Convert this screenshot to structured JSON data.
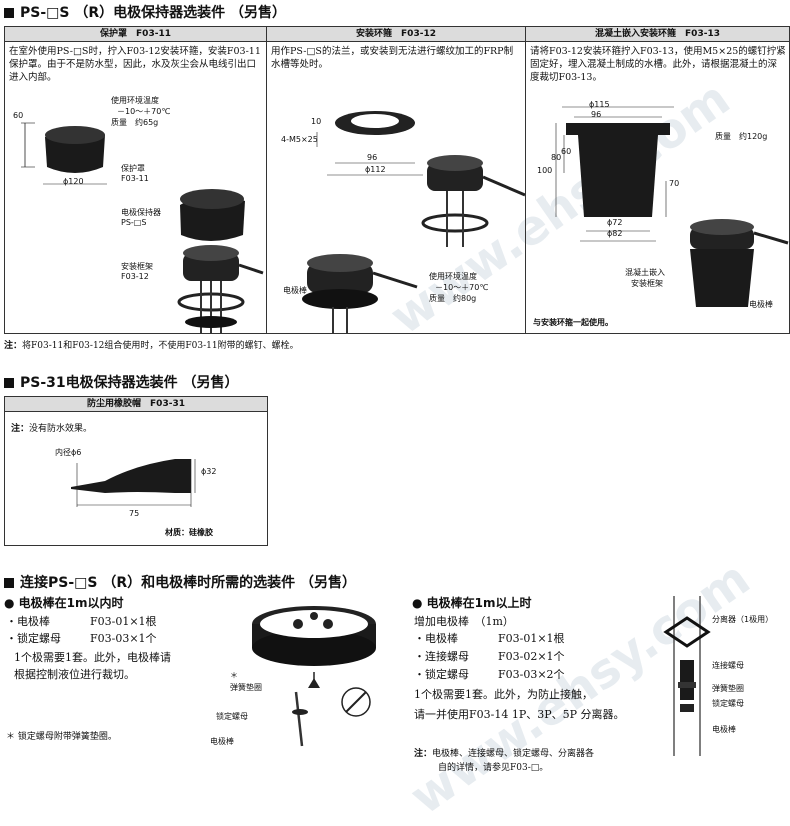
{
  "section1": {
    "title": "PS-□S （R）电极保持器选装件 （另售）",
    "col1": {
      "header": "保护罩　F03-11",
      "text": "在室外使用PS-□S时，拧入F03-12安装环箍，安装F03-11保护罩。由于不是防水型，因此，水及灰尘会从电线引出口进入内部。",
      "dim_h": "60",
      "dim_d": "ϕ120",
      "spec1": "使用环境温度",
      "spec2": "－10～＋70℃",
      "spec3": "质量　约65g",
      "lbl_cover": "保护罩",
      "lbl_cover_code": "F03-11",
      "lbl_holder": "电极保持器",
      "lbl_holder_code": "PS-□S",
      "lbl_frame": "安装框架",
      "lbl_frame_code": "F03-12"
    },
    "col2": {
      "header": "安装环箍　F03-12",
      "text": "用作PS-□S的法兰，或安装到无法进行螺纹加工的FRP制水槽等处时。",
      "dim_10": "10",
      "dim_bolt": "4-M5×25",
      "dim_96": "96",
      "dim_112": "ϕ112",
      "lbl_rod": "电极棒",
      "spec1": "使用环境温度",
      "spec2": "－10～＋70℃",
      "spec3": "质量　约80g"
    },
    "col3": {
      "header": "混凝土嵌入安装环箍　F03-13",
      "text": "请将F03-12安装环箍拧入F03-13，使用M5×25的螺钉拧紧固定好，埋入混凝土制成的水槽。此外，请根据混凝土的深度裁切F03-13。",
      "dim_115": "ϕ115",
      "dim_96": "96",
      "dim_60": "60",
      "dim_80": "80",
      "dim_100": "100",
      "dim_70": "70",
      "dim_72": "ϕ72",
      "dim_82": "ϕ82",
      "mass": "质量　约120g",
      "lbl_embed1": "混凝土嵌入",
      "lbl_embed2": "安装框架",
      "lbl_rod": "电极棒",
      "footer": "与安装环箍一起使用。"
    },
    "note_label": "注：",
    "note": "将F03-11和F03-12组合使用时，不使用F03-11附带的螺钉、螺栓。"
  },
  "section2": {
    "title": "PS-31电极保持器选装件 （另售）",
    "header": "防尘用橡胶帽　F03-31",
    "note_label": "注：",
    "note": "没有防水效果。",
    "dim_inner": "内径ϕ6",
    "dim_32": "ϕ32",
    "dim_75": "75",
    "material": "材质：硅橡胶"
  },
  "section3": {
    "title": "连接PS-□S （R）和电极棒时所需的选装件 （另售）",
    "left": {
      "heading": "电极棒在1m以内时",
      "items": [
        {
          "name": "・电极棒",
          "value": "F03-01×1根"
        },
        {
          "name": "・锁定螺母",
          "value": "F03-03×1个"
        }
      ],
      "line1": "1个极需要1套。此外，电极棒请",
      "line2": "根据控制液位进行裁切。",
      "footnote": "＊ 锁定螺母附带弹簧垫圈。"
    },
    "mid": {
      "star": "＊",
      "washer": "弹簧垫圈",
      "nut": "锁定螺母",
      "rod": "电极棒"
    },
    "right": {
      "heading": "电极棒在1m以上时",
      "add": "增加电极棒　（1m）",
      "items": [
        {
          "name": "・电极棒",
          "value": "F03-01×1根"
        },
        {
          "name": "・连接螺母",
          "value": "F03-02×1个"
        },
        {
          "name": "・锁定螺母",
          "value": "F03-03×2个"
        }
      ],
      "line1": "1个极需要1套。此外，为防止接触，",
      "line2": "请一并使用F03-14 1P、3P、5P 分离器。",
      "note_label": "注：",
      "note1": "电极棒、连接螺母、锁定螺母、分离器各",
      "note2": "自的详情，请参见F03-□。",
      "lbl_sep": "分离器（1极用）",
      "lbl_conn": "连接螺母",
      "lbl_washer": "弹簧垫圈",
      "lbl_nut": "锁定螺母",
      "lbl_rod": "电极棒"
    }
  },
  "watermark": "www.ehsy.com"
}
